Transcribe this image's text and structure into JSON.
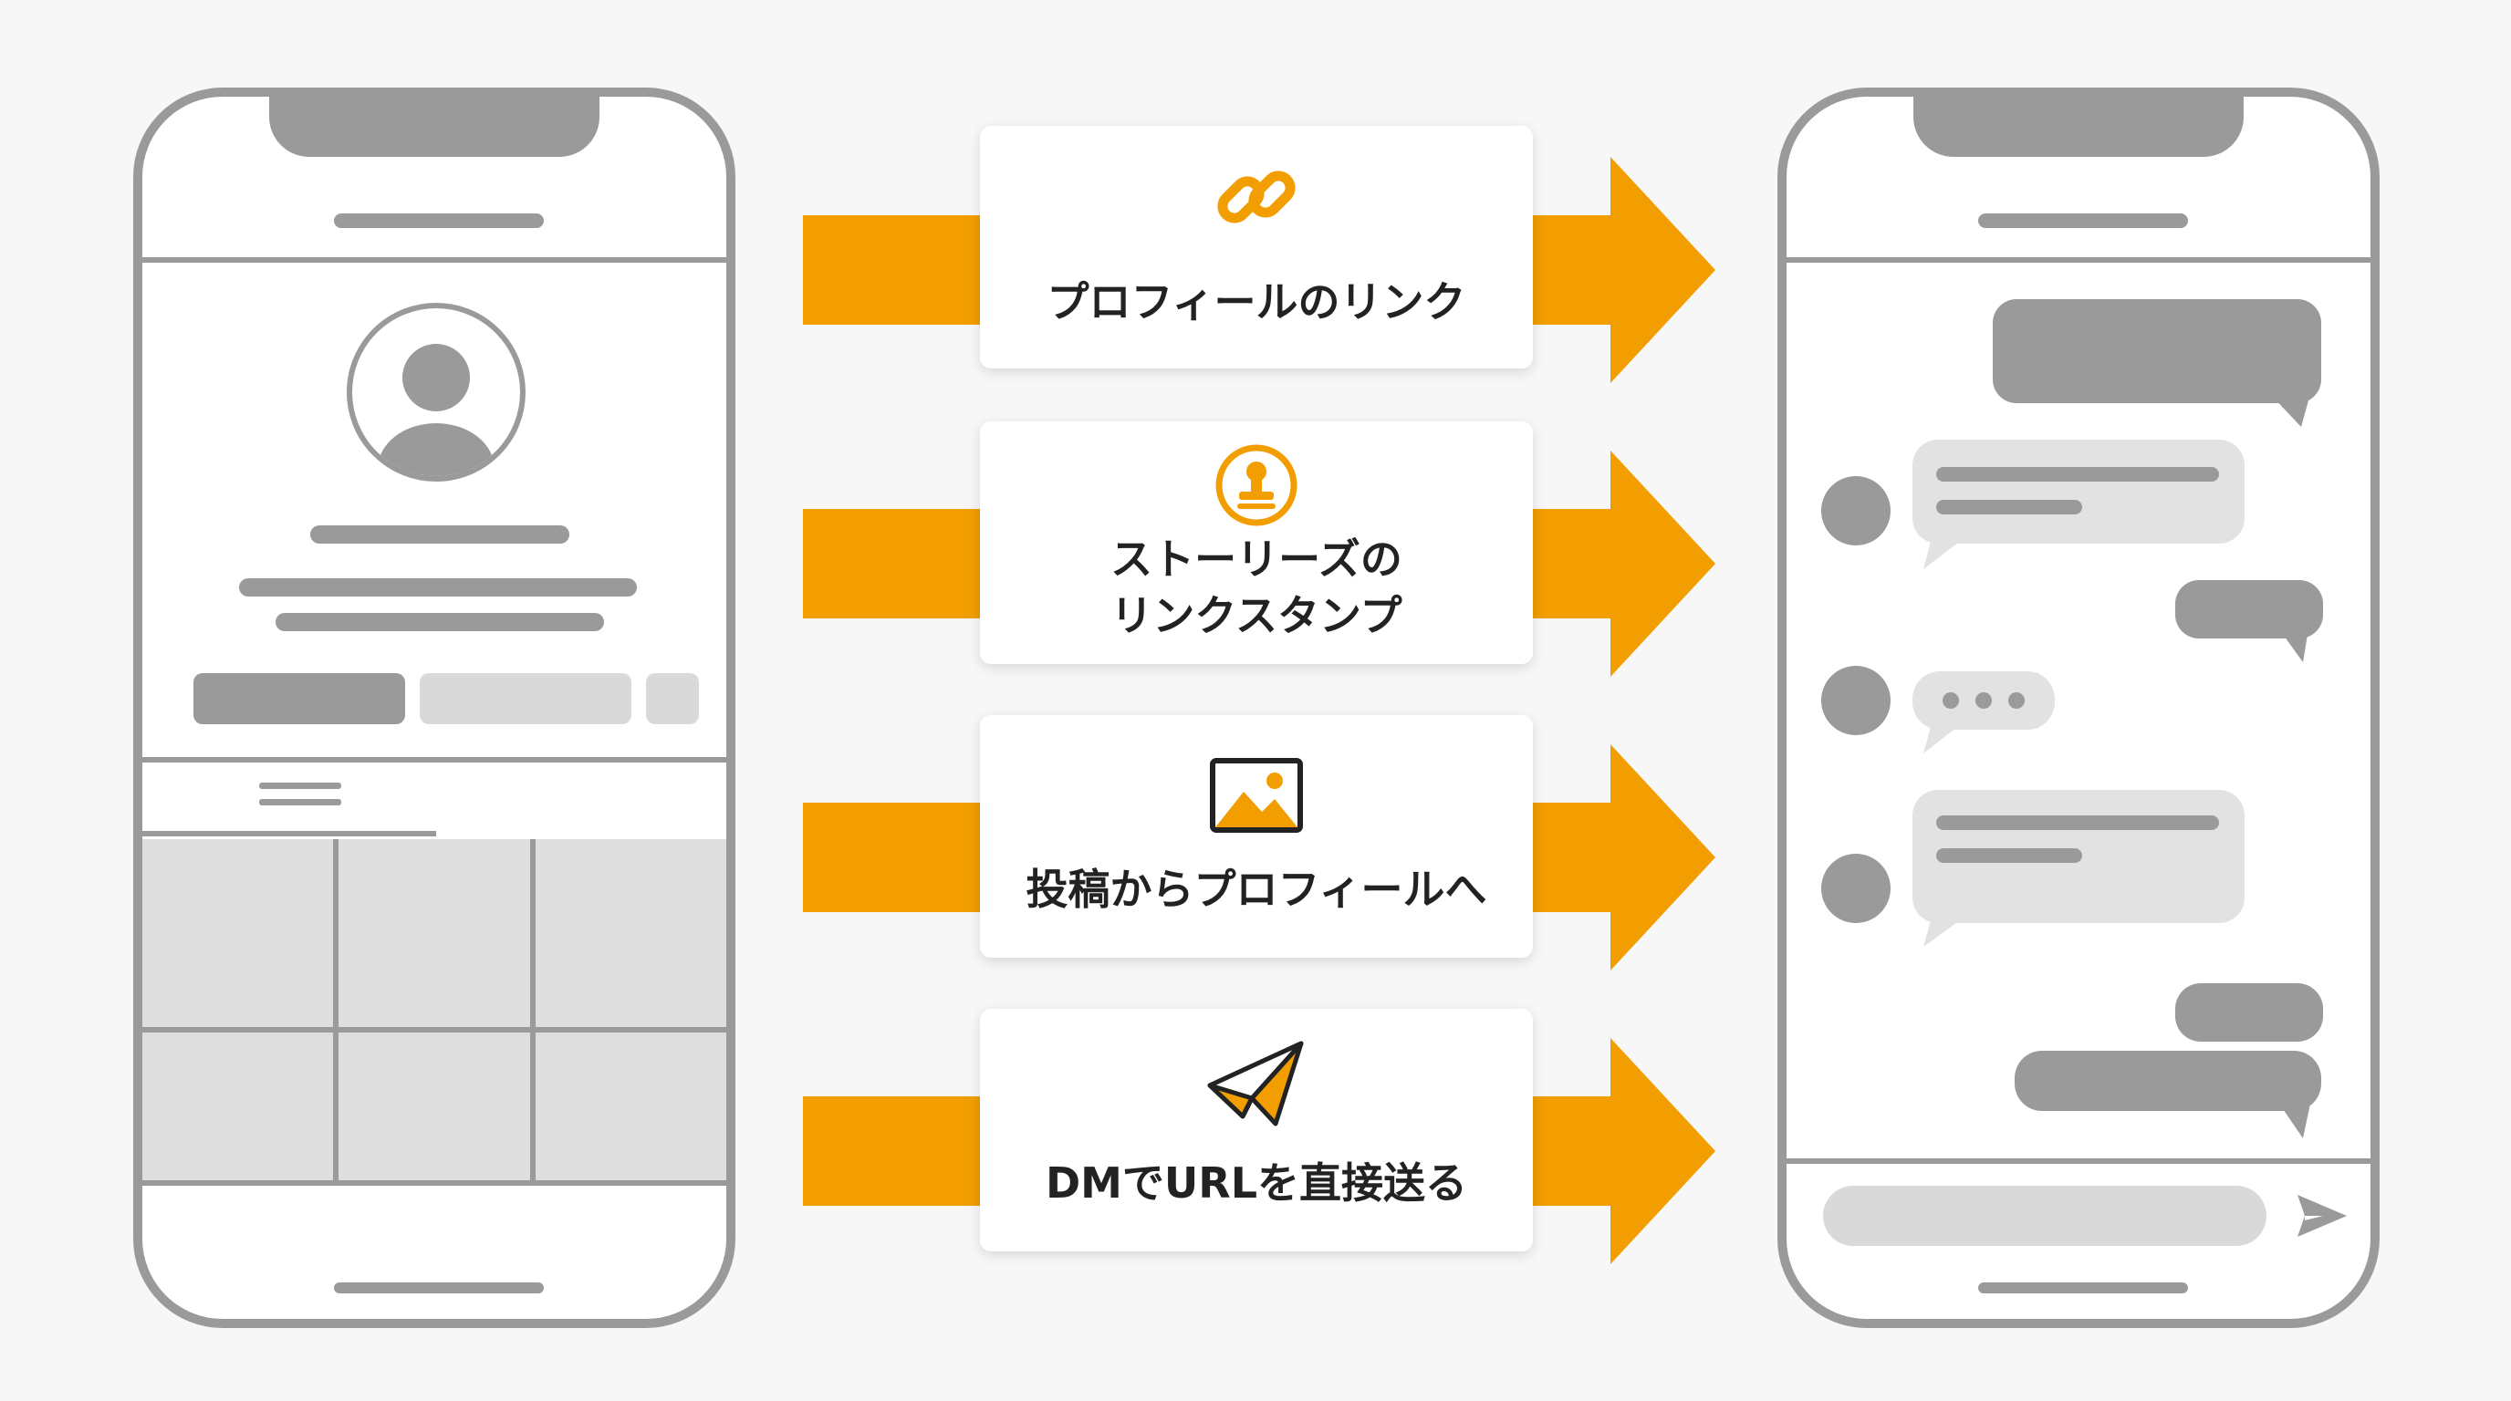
{
  "colors": {
    "accent": "#f29d00",
    "phone_gray": "#9a9a9a",
    "light_gray": "#d9d9d9",
    "bubble_light": "#e2e2e2"
  },
  "methods": [
    {
      "label": "プロフィールのリンク",
      "icon": "link-icon"
    },
    {
      "label": "ストーリーズの\nリンクスタンプ",
      "icon": "stamp-icon"
    },
    {
      "label": "投稿からプロフィールへ",
      "icon": "image-icon"
    },
    {
      "label": "DMでURLを直接送る",
      "icon": "paper-plane-icon"
    }
  ]
}
